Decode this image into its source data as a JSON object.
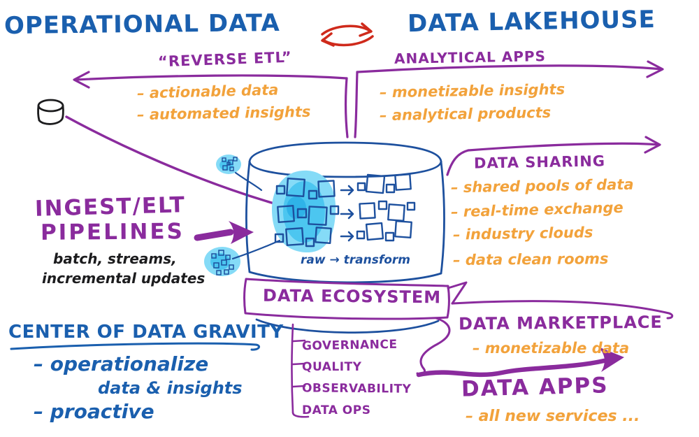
{
  "title_left": "OPERATIONAL DATA",
  "title_right": "DATA LAKEHOUSE",
  "icons": {
    "sync-icon": "two red curved arrows forming a cycle",
    "source-db-icon": "small hand-drawn database cylinder",
    "lakehouse-cylinder-icon": "large database cylinder holding raw and transformed data squares",
    "stream-blob-icon": "light blue blob of tiny data squares"
  },
  "colors": {
    "blue": "#1a5fae",
    "purple": "#8a2b9d",
    "orange": "#f2a23b",
    "red": "#cf2a1b",
    "navy": "#1d509e",
    "ink": "#1c1c1e",
    "blob_outer": "#85dbf7",
    "blob_inner": "#4cc6f0",
    "blob_core": "#2fb3e8"
  },
  "reverse_etl": {
    "title": "“REVERSE ETL”",
    "items": [
      "– actionable data",
      "– automated insights"
    ]
  },
  "analytical_apps": {
    "title": "ANALYTICAL APPS",
    "items": [
      "– monetizable insights",
      "– analytical products"
    ]
  },
  "data_sharing": {
    "title": "DATA SHARING",
    "items": [
      "– shared pools of data",
      "– real-time exchange",
      "– industry clouds",
      "– data clean rooms"
    ]
  },
  "ingest": {
    "line1": "INGEST/ELT",
    "line2": "PIPELINES",
    "note1": "batch, streams,",
    "note2": "incremental updates"
  },
  "lakehouse_core": {
    "caption": "raw → transform"
  },
  "ecosystem": {
    "banner": "DATA ECOSYSTEM",
    "items": [
      "GOVERNANCE",
      "QUALITY",
      "OBSERVABILITY",
      "DATA OPS"
    ]
  },
  "gravity": {
    "title": "CENTER OF DATA GRAVITY",
    "bullet1": "– operationalize",
    "bullet1_cont": "data & insights",
    "bullet2": "– proactive"
  },
  "marketplace": {
    "title": "DATA MARKETPLACE",
    "items": [
      "– monetizable data"
    ]
  },
  "data_apps": {
    "title": "DATA APPS",
    "items": [
      "– all new services ..."
    ]
  }
}
